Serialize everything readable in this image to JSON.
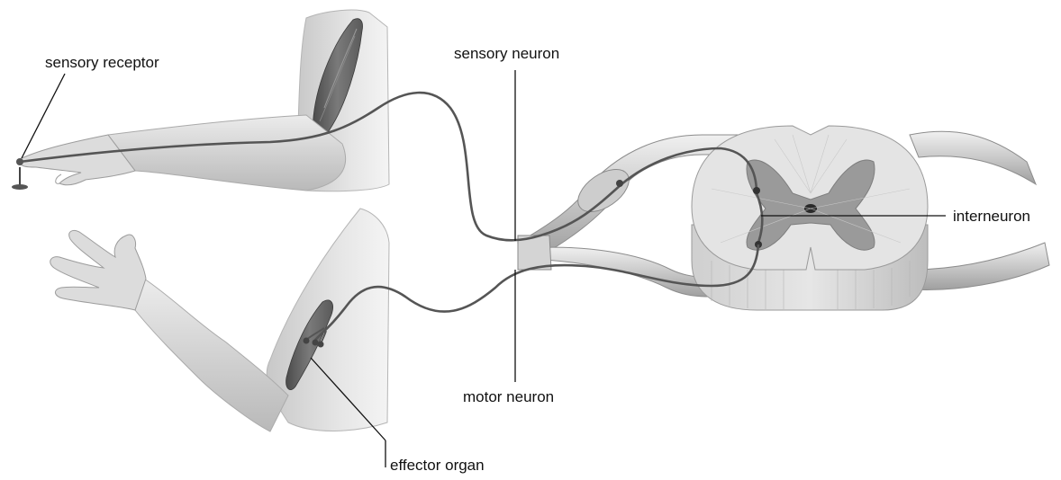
{
  "labels": {
    "sensory_receptor": "sensory receptor",
    "sensory_neuron": "sensory neuron",
    "interneuron": "interneuron",
    "motor_neuron": "motor neuron",
    "effector_organ": "effector organ"
  },
  "colors": {
    "background": "#ffffff",
    "skin": "#d8d8d8",
    "muscle": "#6e6e6e",
    "nerve": "#555555",
    "grey_matter": "#9a9a9a",
    "white_matter": "#e3e3e3"
  }
}
